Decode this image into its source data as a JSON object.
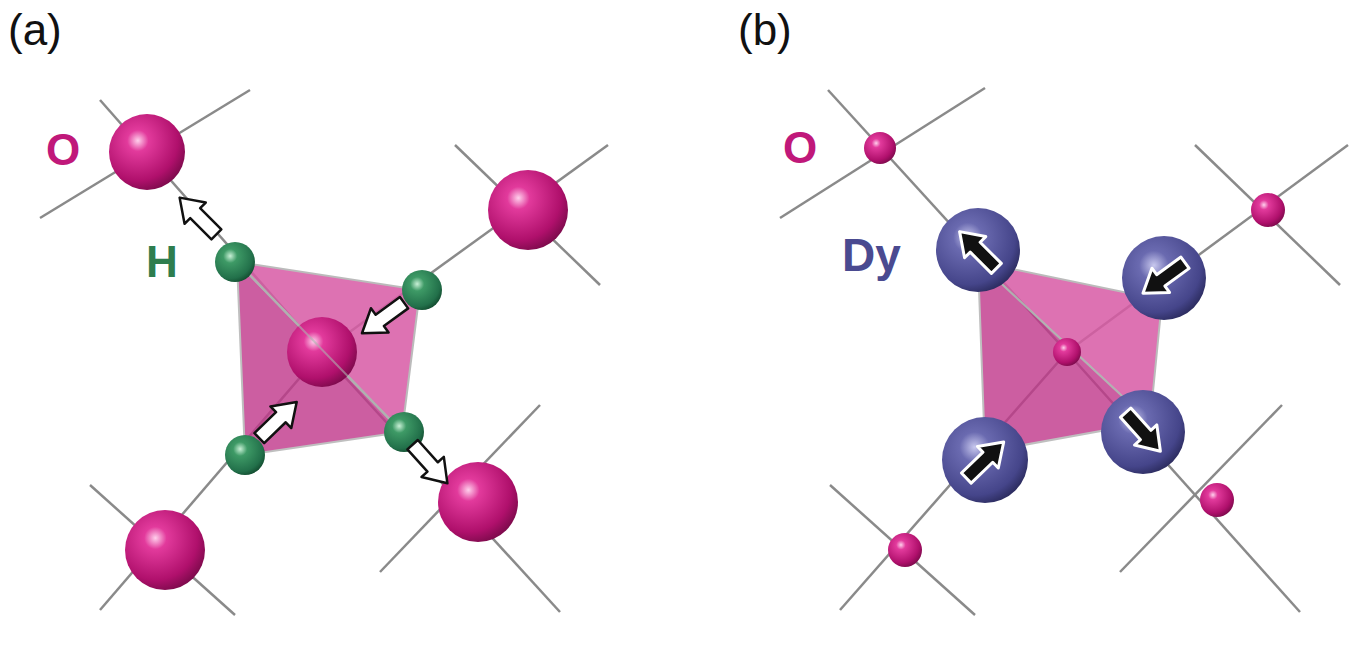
{
  "diagram": {
    "labels": [
      "(a)",
      "O",
      "H",
      "(b)",
      "O",
      "Dy"
    ]
  }
}
